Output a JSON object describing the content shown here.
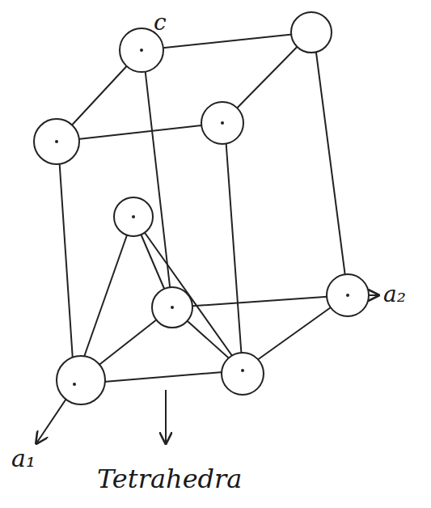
{
  "diagram": {
    "labels": [
      "c",
      "a₂",
      "a₁",
      "Tetrahedra"
    ]
  }
}
